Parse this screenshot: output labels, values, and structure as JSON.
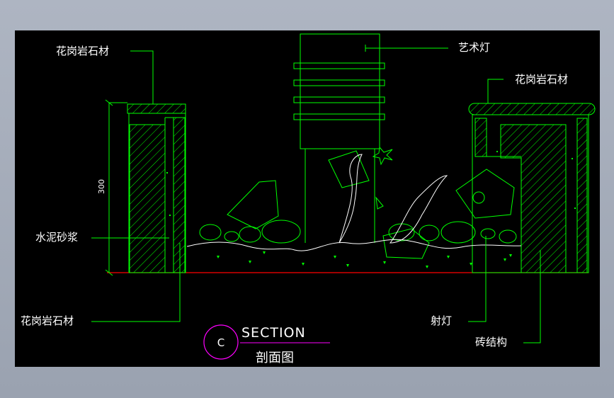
{
  "labels": {
    "granite_top_left": "花岗岩石材",
    "art_lamp": "艺术灯",
    "granite_top_right": "花岗岩石材",
    "cement_mortar": "水泥砂浆",
    "granite_bottom_left": "花岗岩石材",
    "spotlight": "射灯",
    "brick_structure": "砖结构"
  },
  "dimension": {
    "height": "300"
  },
  "section": {
    "letter": "C",
    "title": "SECTION",
    "subtitle": "剖面图"
  },
  "colors": {
    "background": "#000000",
    "drawing": "#00ff00",
    "leader": "#00ff00",
    "ground_line": "#ff0000",
    "section_circle": "#ff00ff",
    "text": "#ffffff"
  }
}
